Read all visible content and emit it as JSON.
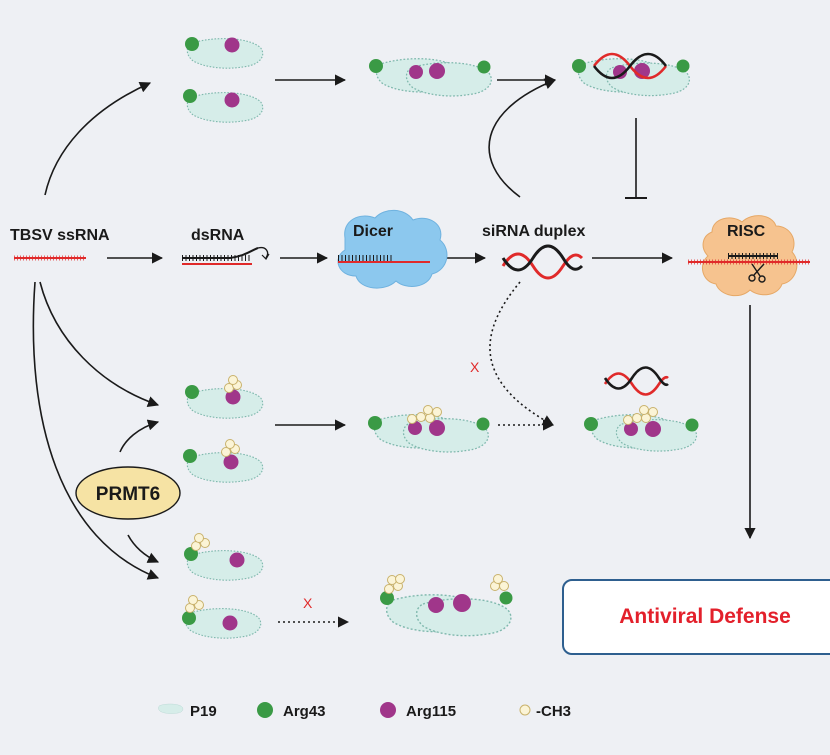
{
  "labels": {
    "ssrna": "TBSV ssRNA",
    "dsrna": "dsRNA",
    "dicer": "Dicer",
    "sirna": "siRNA duplex",
    "risc": "RISC",
    "prmt6": "PRMT6",
    "defense": "Antiviral Defense",
    "block_mark": "X"
  },
  "legend": [
    {
      "symbol": "p19-shape-icon",
      "label": "P19"
    },
    {
      "symbol": "green-dot-icon",
      "label": "Arg43"
    },
    {
      "symbol": "purple-dot-icon",
      "label": "Arg115"
    },
    {
      "symbol": "methyl-dot-icon",
      "label": "-CH3"
    }
  ],
  "colors": {
    "p19_fill": "#d6ede9",
    "p19_stroke": "#7fb8ad",
    "arg43": "#3a9a45",
    "arg115": "#a0368a",
    "methyl_fill": "#fbf4d6",
    "methyl_stroke": "#c9b26c",
    "rna_red": "#e02a2a",
    "rna_black": "#1a1a1a",
    "dicer_blue": "#8cc8ee",
    "risc_orange": "#f6c38f",
    "prmt6_fill": "#f6e3a4",
    "defense_text": "#e3202b",
    "defense_border": "#2e5f8f"
  }
}
